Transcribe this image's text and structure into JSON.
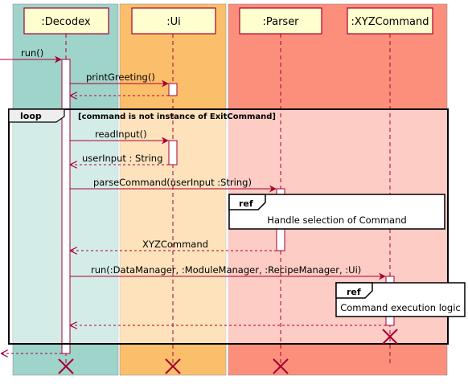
{
  "participants": [
    {
      "name": ":Decodex",
      "box_color": "#9fd4cb"
    },
    {
      "name": ":Ui",
      "box_color": "#fbbf6c"
    },
    {
      "name": ":Parser",
      "box_color": "#fb8f7c"
    },
    {
      "name": ":XYZCommand",
      "box_color": "#fb8f7c"
    }
  ],
  "messages": {
    "run": "run()",
    "print_greeting": "printGreeting()",
    "read_input": "readInput()",
    "user_input_return": "userInput : String",
    "parse_command": "parseCommand(userInput  :String)",
    "xyz_return": "XYZCommand",
    "run_command": "run(:DataManager, :ModuleManager, :RecipeManager, :Ui)"
  },
  "loop": {
    "label": "loop",
    "condition": "[command is not instance of ExitCommand]"
  },
  "refs": [
    {
      "label": "ref",
      "text": "Handle selection of Command"
    },
    {
      "label": "ref",
      "text": "Command execution logic"
    }
  ],
  "colors": {
    "arrow": "#a80036",
    "lifeline": "#a80036",
    "participant_fill": "#fefece",
    "loop_highlight": "rgba(255,255,255,0.55)"
  }
}
